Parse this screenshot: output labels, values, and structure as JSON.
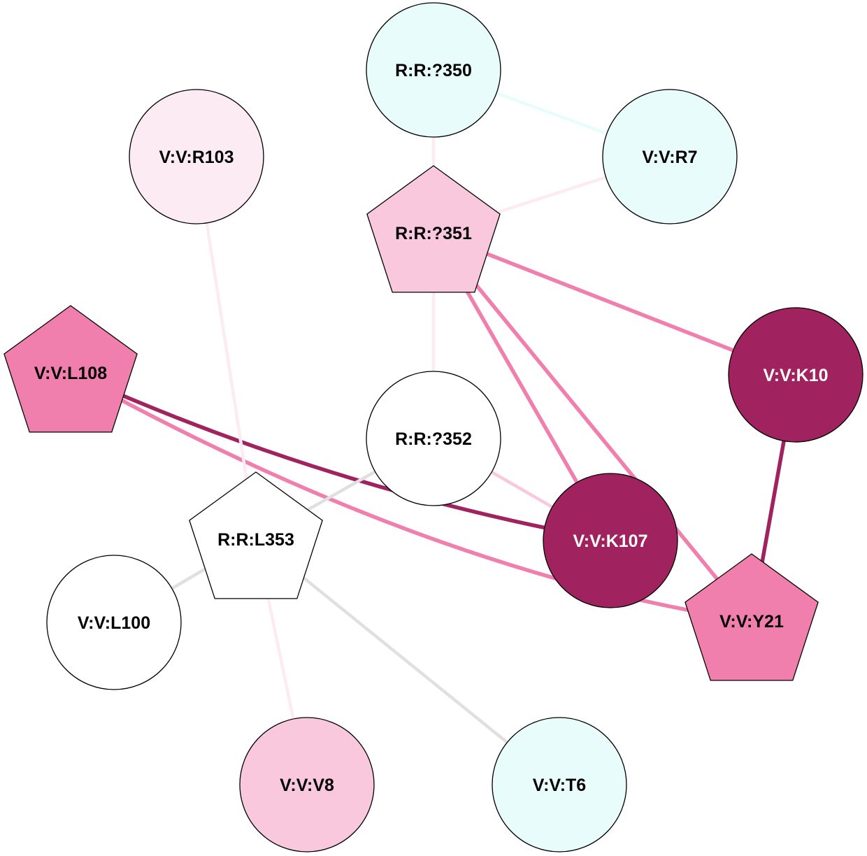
{
  "colors": {
    "white": "#ffffff",
    "light_cyan": "#e8fcfc",
    "faint_pink": "#fcebf3",
    "light_pink": "#f9c8dc",
    "pink": "#f07fad",
    "dark_magenta": "#a0225e",
    "grey": "#e0e0e0"
  },
  "nodes": [
    {
      "id": "R:R:?350",
      "label": "R:R:?350",
      "shape": "circle",
      "fill": "light_cyan",
      "text": "#000"
    },
    {
      "id": "V:V:R7",
      "label": "V:V:R7",
      "shape": "circle",
      "fill": "light_cyan",
      "text": "#000"
    },
    {
      "id": "V:V:R103",
      "label": "V:V:R103",
      "shape": "circle",
      "fill": "faint_pink",
      "text": "#000"
    },
    {
      "id": "R:R:?351",
      "label": "R:R:?351",
      "shape": "pentagon",
      "fill": "light_pink",
      "text": "#000"
    },
    {
      "id": "V:V:L108",
      "label": "V:V:L108",
      "shape": "pentagon",
      "fill": "pink",
      "text": "#000"
    },
    {
      "id": "V:V:K10",
      "label": "V:V:K10",
      "shape": "circle",
      "fill": "dark_magenta",
      "text": "#fff"
    },
    {
      "id": "R:R:?352",
      "label": "R:R:?352",
      "shape": "circle",
      "fill": "white",
      "text": "#000"
    },
    {
      "id": "R:R:L353",
      "label": "R:R:L353",
      "shape": "pentagon",
      "fill": "white",
      "text": "#000"
    },
    {
      "id": "V:V:K107",
      "label": "V:V:K107",
      "shape": "circle",
      "fill": "dark_magenta",
      "text": "#fff"
    },
    {
      "id": "V:V:Y21",
      "label": "V:V:Y21",
      "shape": "pentagon",
      "fill": "pink",
      "text": "#000"
    },
    {
      "id": "V:V:L100",
      "label": "V:V:L100",
      "shape": "circle",
      "fill": "white",
      "text": "#000"
    },
    {
      "id": "V:V:V8",
      "label": "V:V:V8",
      "shape": "circle",
      "fill": "light_pink",
      "text": "#000"
    },
    {
      "id": "V:V:T6",
      "label": "V:V:T6",
      "shape": "circle",
      "fill": "light_cyan",
      "text": "#000"
    }
  ],
  "edges": [
    {
      "source": "R:R:?350",
      "target": "V:V:R7",
      "color": "light_cyan",
      "weight": "light"
    },
    {
      "source": "R:R:?350",
      "target": "R:R:?351",
      "color": "faint_pink",
      "weight": "light"
    },
    {
      "source": "R:R:?351",
      "target": "V:V:R7",
      "color": "faint_pink",
      "weight": "light"
    },
    {
      "source": "R:R:?351",
      "target": "R:R:?352",
      "color": "faint_pink",
      "weight": "light"
    },
    {
      "source": "R:R:?351",
      "target": "V:V:K10",
      "color": "pink",
      "weight": "strong"
    },
    {
      "source": "R:R:?351",
      "target": "V:V:K107",
      "color": "pink",
      "weight": "strong"
    },
    {
      "source": "R:R:?351",
      "target": "V:V:Y21",
      "color": "pink",
      "weight": "strong"
    },
    {
      "source": "V:V:K10",
      "target": "V:V:Y21",
      "color": "dark_magenta",
      "weight": "strong"
    },
    {
      "source": "V:V:L108",
      "target": "V:V:K107",
      "color": "dark_magenta",
      "weight": "strong",
      "curved": true
    },
    {
      "source": "V:V:L108",
      "target": "V:V:Y21",
      "color": "pink",
      "weight": "strong",
      "curved": true
    },
    {
      "source": "R:R:?352",
      "target": "V:V:K107",
      "color": "light_pink",
      "weight": "light"
    },
    {
      "source": "R:R:L353",
      "target": "R:R:?352",
      "color": "grey",
      "weight": "light"
    },
    {
      "source": "R:R:L353",
      "target": "V:V:L100",
      "color": "grey",
      "weight": "light"
    },
    {
      "source": "R:R:L353",
      "target": "V:V:T6",
      "color": "grey",
      "weight": "light"
    },
    {
      "source": "V:V:R103",
      "target": "R:R:L353",
      "color": "faint_pink",
      "weight": "light"
    },
    {
      "source": "R:R:L353",
      "target": "V:V:V8",
      "color": "faint_pink",
      "weight": "light"
    }
  ]
}
